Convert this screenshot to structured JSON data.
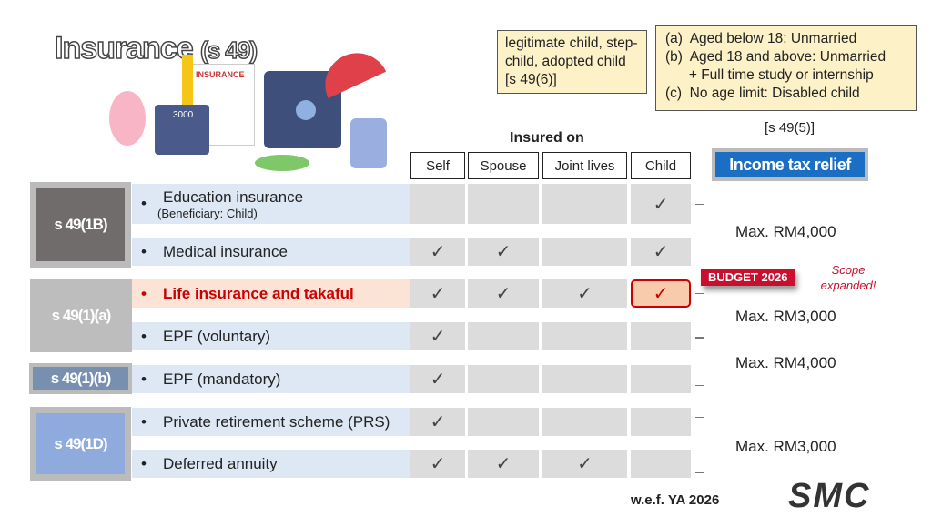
{
  "title": {
    "main": "Insurance",
    "section": "(s 49)"
  },
  "illustration": {
    "sign": "INSURANCE",
    "calculator": "3000"
  },
  "callouts": {
    "child_types": "legitimate child, step-child, adopted child [s 49(6)]",
    "conditions": [
      "(a)  Aged below 18: Unmarried",
      "(b)  Aged 18 and above: Unmarried",
      "      + Full time study or internship",
      "(c)  No age limit: Disabled child"
    ],
    "conditions_ref": "[s 49(5)]"
  },
  "insured_on": "Insured on",
  "columns": [
    "Self",
    "Spouse",
    "Joint lives",
    "Child"
  ],
  "relief_badge": "Income tax relief",
  "sections": [
    "s 49(1B)",
    "s 49(1)(a)",
    "s 49(1)(b)",
    "s 49(1D)"
  ],
  "rows": [
    {
      "label": "Education insurance",
      "sub": "(Beneficiary: Child)",
      "checks": [
        false,
        false,
        false,
        true
      ]
    },
    {
      "label": "Medical insurance",
      "checks": [
        true,
        true,
        false,
        true
      ]
    },
    {
      "label": "Life insurance and takaful",
      "checks": [
        true,
        true,
        true,
        true
      ],
      "highlight": true
    },
    {
      "label": "EPF (voluntary)",
      "checks": [
        true,
        false,
        false,
        false
      ]
    },
    {
      "label": "EPF (mandatory)",
      "checks": [
        true,
        false,
        false,
        false
      ]
    },
    {
      "label": "Private retirement scheme (PRS)",
      "checks": [
        true,
        false,
        false,
        false
      ]
    },
    {
      "label": "Deferred annuity",
      "checks": [
        true,
        true,
        true,
        false
      ]
    }
  ],
  "bullet": "•",
  "check": "✓",
  "limits": [
    "Max. RM4,000",
    "Max. RM3,000",
    "Max. RM4,000",
    "Max. RM3,000"
  ],
  "budget_tag": "BUDGET 2026",
  "budget_note": "Scope expanded!",
  "footer": "w.e.f. YA 2026",
  "logo": "SMC"
}
